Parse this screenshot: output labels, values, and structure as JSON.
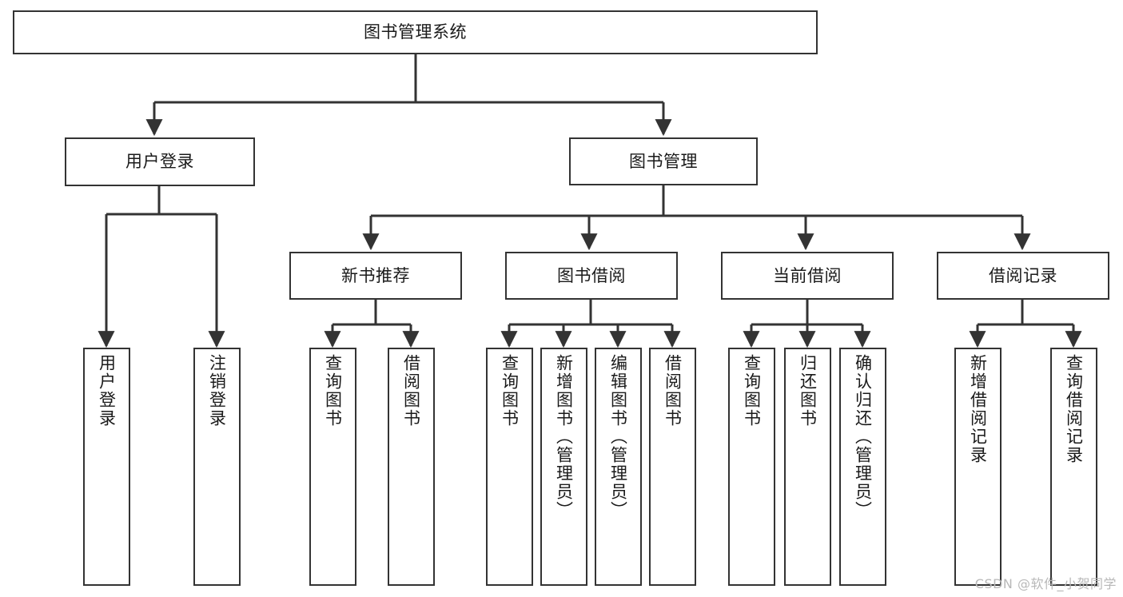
{
  "diagram": {
    "type": "tree-hierarchy",
    "root": {
      "id": "root",
      "label": "图书管理系统"
    },
    "level2": [
      {
        "id": "user-login",
        "label": "用户登录"
      },
      {
        "id": "book-manage",
        "label": "图书管理"
      }
    ],
    "level3": [
      {
        "id": "new-book-rec",
        "label": "新书推荐",
        "parent": "book-manage"
      },
      {
        "id": "book-borrow",
        "label": "图书借阅",
        "parent": "book-manage"
      },
      {
        "id": "current-borrow",
        "label": "当前借阅",
        "parent": "book-manage"
      },
      {
        "id": "borrow-record",
        "label": "借阅记录",
        "parent": "book-manage"
      }
    ],
    "leaves": [
      {
        "id": "leaf-user-login",
        "label": "用户登录",
        "parent": "user-login"
      },
      {
        "id": "leaf-logout",
        "label": "注销登录",
        "parent": "user-login"
      },
      {
        "id": "leaf-query-book-1",
        "label": "查询图书",
        "parent": "new-book-rec"
      },
      {
        "id": "leaf-borrow-book-1",
        "label": "借阅图书",
        "parent": "new-book-rec"
      },
      {
        "id": "leaf-query-book-2",
        "label": "查询图书",
        "parent": "book-borrow"
      },
      {
        "id": "leaf-add-book",
        "label": "新增图书（管理员）",
        "parent": "book-borrow"
      },
      {
        "id": "leaf-edit-book",
        "label": "编辑图书（管理员）",
        "parent": "book-borrow"
      },
      {
        "id": "leaf-borrow-book-2",
        "label": "借阅图书",
        "parent": "book-borrow"
      },
      {
        "id": "leaf-query-book-3",
        "label": "查询图书",
        "parent": "current-borrow"
      },
      {
        "id": "leaf-return-book",
        "label": "归还图书",
        "parent": "current-borrow"
      },
      {
        "id": "leaf-confirm-return",
        "label": "确认归还（管理员）",
        "parent": "current-borrow"
      },
      {
        "id": "leaf-add-record",
        "label": "新增借阅记录",
        "parent": "borrow-record"
      },
      {
        "id": "leaf-query-record",
        "label": "查询借阅记录",
        "parent": "borrow-record"
      }
    ],
    "colors": {
      "stroke": "#333333",
      "box_fill": "#ffffff",
      "text": "#1a1a1a",
      "background": "#ffffff",
      "watermark": "#b8b8b8"
    }
  },
  "watermark": {
    "text": "CSDN @软件_小贺同学"
  }
}
